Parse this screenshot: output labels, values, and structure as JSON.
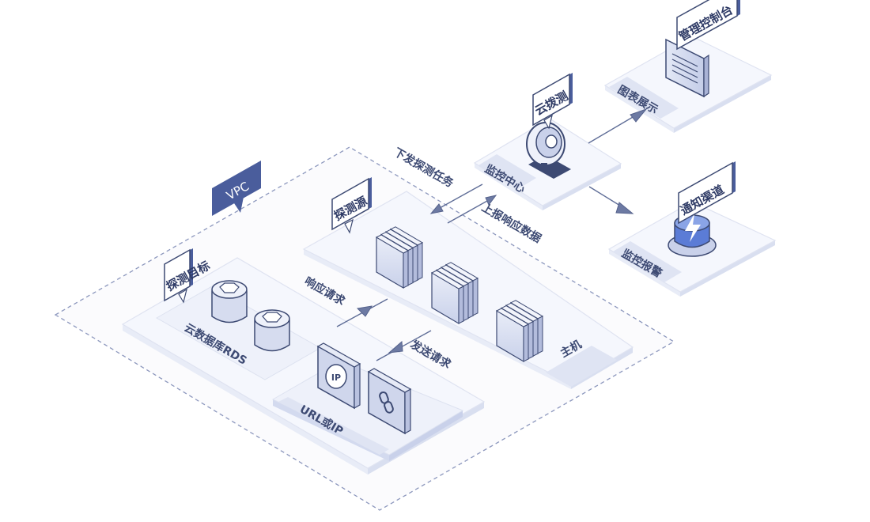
{
  "vpc": {
    "label": "VPC"
  },
  "probe_target": {
    "flag": "探测目标"
  },
  "rds": {
    "label": "云数据库RDS"
  },
  "url_ip": {
    "label": "URL或IP",
    "ip_icon_text": "IP"
  },
  "probe_source": {
    "flag": "探测源",
    "host_label": "主机"
  },
  "monitor_center": {
    "flag": "云拨测",
    "label": "监控中心"
  },
  "console": {
    "flag": "管理控制台",
    "label": "图表展示"
  },
  "alarm": {
    "flag": "通知渠道",
    "label": "监控报警"
  },
  "flows": {
    "dispatch_task": "下发探测任务",
    "report_data": "上报响应数据",
    "response_request": "响应请求",
    "send_request": "发送请求"
  },
  "colors": {
    "accent": "#4a5d9c",
    "outline": "#3d4a73",
    "plate": "#f5f7fd",
    "band": "#dfe4f3",
    "alarm": "#5b7cd6"
  }
}
